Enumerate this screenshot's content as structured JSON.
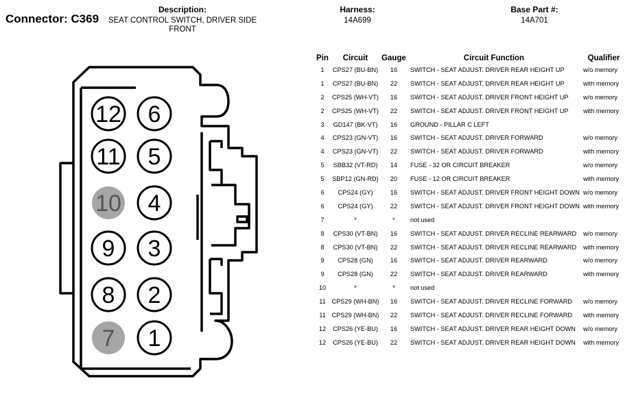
{
  "header": {
    "connector": "Connector: C369",
    "description_label": "Description:",
    "description_value": "SEAT CONTROL SWITCH, DRIVER SIDE FRONT",
    "harness_label": "Harness:",
    "harness_value": "14A699",
    "base_part_label": "Base Part #:",
    "base_part_value": "14A701"
  },
  "table": {
    "columns": [
      "Pin",
      "Circuit",
      "Gauge",
      "Circuit Function",
      "Qualifier"
    ],
    "rows": [
      {
        "pin": "1",
        "circuit": "CPS27 (BU-BN)",
        "gauge": "16",
        "function": "SWITCH - SEAT ADJUST. DRIVER REAR HEIGHT UP",
        "qualifier": "w/o memory"
      },
      {
        "pin": "1",
        "circuit": "CPS27 (BU-BN)",
        "gauge": "22",
        "function": "SWITCH - SEAT ADJUST. DRIVER REAR HEIGHT UP",
        "qualifier": "with memory"
      },
      {
        "pin": "2",
        "circuit": "CPS25 (WH-VT)",
        "gauge": "16",
        "function": "SWITCH - SEAT ADJUST. DRIVER FRONT HEIGHT UP",
        "qualifier": "w/o memory"
      },
      {
        "pin": "2",
        "circuit": "CPS25 (WH-VT)",
        "gauge": "22",
        "function": "SWITCH - SEAT ADJUST. DRIVER FRONT HEIGHT UP",
        "qualifier": "with memory"
      },
      {
        "pin": "3",
        "circuit": "GD147 (BK-VT)",
        "gauge": "16",
        "function": "GROUND - PILLAR C LEFT",
        "qualifier": ""
      },
      {
        "pin": "4",
        "circuit": "CPS23 (GN-VT)",
        "gauge": "16",
        "function": "SWITCH - SEAT ADJUST. DRIVER FORWARD",
        "qualifier": "w/o memory"
      },
      {
        "pin": "4",
        "circuit": "CPS23 (GN-VT)",
        "gauge": "22",
        "function": "SWITCH - SEAT ADJUST. DRIVER FORWARD",
        "qualifier": "with memory"
      },
      {
        "pin": "5",
        "circuit": "SBB32 (VT-RD)",
        "gauge": "14",
        "function": "FUSE - 32 OR CIRCUIT BREAKER",
        "qualifier": "w/o memory"
      },
      {
        "pin": "5",
        "circuit": "SBP12 (GN-RD)",
        "gauge": "20",
        "function": "FUSE - 12 OR CIRCUIT BREAKER",
        "qualifier": "with memory"
      },
      {
        "pin": "6",
        "circuit": "CPS24 (GY)",
        "gauge": "16",
        "function": "SWITCH - SEAT ADJUST. DRIVER FRONT HEIGHT DOWN",
        "qualifier": "w/o memory"
      },
      {
        "pin": "6",
        "circuit": "CPS24 (GY)",
        "gauge": "22",
        "function": "SWITCH - SEAT ADJUST. DRIVER FRONT HEIGHT DOWN",
        "qualifier": "with memory"
      },
      {
        "pin": "7",
        "circuit": "*",
        "gauge": "*",
        "function": "not used",
        "qualifier": ""
      },
      {
        "pin": "8",
        "circuit": "CPS30 (VT-BN)",
        "gauge": "16",
        "function": "SWITCH - SEAT ADJUST. DRIVER RECLINE REARWARD",
        "qualifier": "w/o memory"
      },
      {
        "pin": "8",
        "circuit": "CPS30 (VT-BN)",
        "gauge": "22",
        "function": "SWITCH - SEAT ADJUST. DRIVER RECLINE REARWARD",
        "qualifier": "with memory"
      },
      {
        "pin": "9",
        "circuit": "CPS28 (GN)",
        "gauge": "16",
        "function": "SWITCH - SEAT ADJUST. DRIVER REARWARD",
        "qualifier": "w/o memory"
      },
      {
        "pin": "9",
        "circuit": "CPS28 (GN)",
        "gauge": "22",
        "function": "SWITCH - SEAT ADJUST. DRIVER REARWARD",
        "qualifier": "with memory"
      },
      {
        "pin": "10",
        "circuit": "*",
        "gauge": "*",
        "function": "not used",
        "qualifier": ""
      },
      {
        "pin": "11",
        "circuit": "CPS29 (WH-BN)",
        "gauge": "16",
        "function": "SWITCH - SEAT ADJUST. DRIVER RECLINE FORWARD",
        "qualifier": "w/o memory"
      },
      {
        "pin": "11",
        "circuit": "CPS29 (WH-BN)",
        "gauge": "22",
        "function": "SWITCH - SEAT ADJUST. DRIVER RECLINE FORWARD",
        "qualifier": "with memory"
      },
      {
        "pin": "12",
        "circuit": "CPS26 (YE-BU)",
        "gauge": "16",
        "function": "SWITCH - SEAT ADJUST. DRIVER REAR HEIGHT DOWN",
        "qualifier": "w/o memory"
      },
      {
        "pin": "12",
        "circuit": "CPS26 (YE-BU)",
        "gauge": "22",
        "function": "SWITCH - SEAT ADJUST. DRIVER REAR HEIGHT DOWN",
        "qualifier": "with memory"
      }
    ]
  },
  "connector_pins": [
    {
      "label": "12",
      "used": true
    },
    {
      "label": "6",
      "used": true
    },
    {
      "label": "11",
      "used": true
    },
    {
      "label": "5",
      "used": true
    },
    {
      "label": "10",
      "used": false
    },
    {
      "label": "4",
      "used": true
    },
    {
      "label": "9",
      "used": true
    },
    {
      "label": "3",
      "used": true
    },
    {
      "label": "8",
      "used": true
    },
    {
      "label": "2",
      "used": true
    },
    {
      "label": "7",
      "used": false
    },
    {
      "label": "1",
      "used": true
    }
  ],
  "colors": {
    "unused_pin_fill": "#a6a6a6",
    "line": "#000000"
  }
}
